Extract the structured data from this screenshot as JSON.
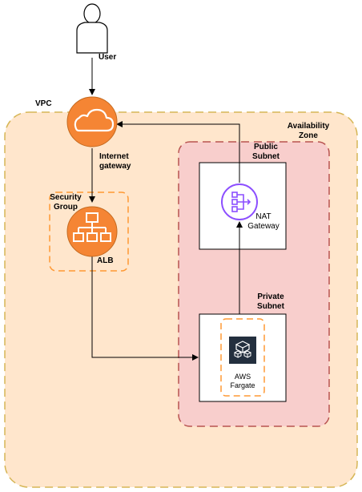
{
  "labels": {
    "user": "User",
    "vpc": "VPC",
    "internet_gateway_line1": "Internet",
    "internet_gateway_line2": "gateway",
    "availability_zone_line1": "Availability",
    "availability_zone_line2": "Zone",
    "public_subnet_line1": "Public",
    "public_subnet_line2": "Subnet",
    "security_group_line1": "Security",
    "security_group_line2": "Group",
    "alb": "ALB",
    "nat_gateway_line1": "NAT",
    "nat_gateway_line2": "Gateway",
    "private_subnet_line1": "Private",
    "private_subnet_line2": "Subnet",
    "fargate_line1": "AWS",
    "fargate_line2": "Fargate"
  },
  "icons": {
    "user": "person-outline-icon",
    "internet_gateway": "cloud-icon",
    "alb": "load-balancer-icon",
    "nat_gateway": "nat-gateway-icon",
    "fargate": "fargate-container-icon"
  },
  "colors": {
    "vpc_fill": "#ffe6cc",
    "vpc_border": "#d6b656",
    "az_fill": "#f8cecc",
    "az_border": "#b85450",
    "aws_orange": "#f58534",
    "nat_purple": "#8c4fff",
    "fargate_dark": "#232f3e",
    "sg_border": "#ff9933"
  }
}
